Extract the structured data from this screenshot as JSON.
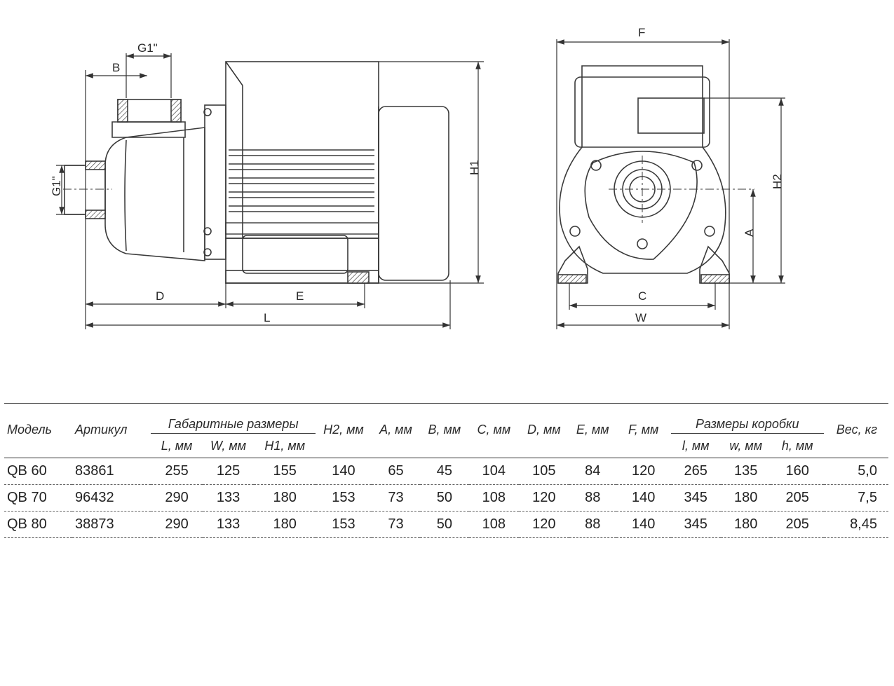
{
  "dimension_labels": {
    "G1_top": "G1\"",
    "G1_side": "G1\"",
    "B": "B",
    "D": "D",
    "E": "E",
    "L": "L",
    "H1": "H1",
    "F": "F",
    "H2": "H2",
    "A": "A",
    "C": "C",
    "W": "W"
  },
  "table": {
    "headers": {
      "model": "Модель",
      "article": "Артикул",
      "overall": "Габаритные размеры",
      "L": "L, мм",
      "W": "W, мм",
      "H1": "H1, мм",
      "H2": "H2, мм",
      "A": "A, мм",
      "B": "B, мм",
      "C": "C, мм",
      "D": "D, мм",
      "E": "E, мм",
      "F": "F, мм",
      "box": "Размеры коробки",
      "l": "l, мм",
      "w": "w, мм",
      "h": "h, мм",
      "weight": "Вес, кг"
    },
    "rows": [
      [
        "QB 60",
        "83861",
        "255",
        "125",
        "155",
        "140",
        "65",
        "45",
        "104",
        "105",
        "84",
        "120",
        "265",
        "135",
        "160",
        "5,0"
      ],
      [
        "QB 70",
        "96432",
        "290",
        "133",
        "180",
        "153",
        "73",
        "50",
        "108",
        "120",
        "88",
        "140",
        "345",
        "180",
        "205",
        "7,5"
      ],
      [
        "QB 80",
        "38873",
        "290",
        "133",
        "180",
        "153",
        "73",
        "50",
        "108",
        "120",
        "88",
        "140",
        "345",
        "180",
        "205",
        "8,45"
      ]
    ]
  }
}
